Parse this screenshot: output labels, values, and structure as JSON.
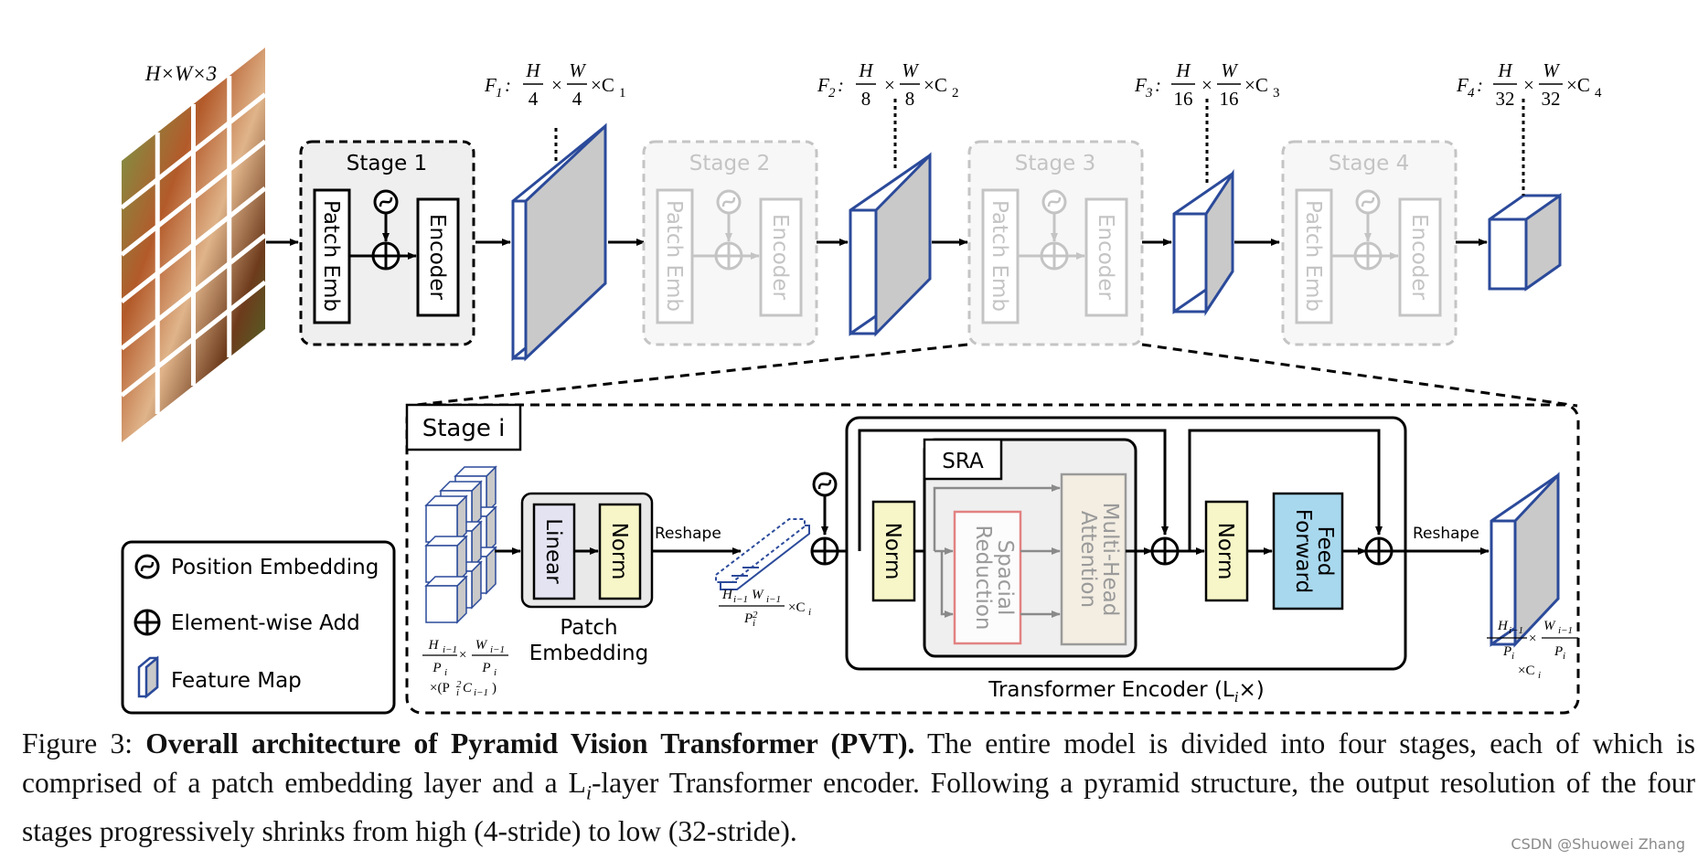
{
  "top": {
    "input_label": "H×W×3",
    "stages": [
      {
        "title": "Stage 1",
        "left": "Patch Emb",
        "right": "Encoder",
        "active": true
      },
      {
        "title": "Stage 2",
        "left": "Patch Emb",
        "right": "Encoder",
        "active": false
      },
      {
        "title": "Stage 3",
        "left": "Patch Emb",
        "right": "Encoder",
        "active": false
      },
      {
        "title": "Stage 4",
        "left": "Patch Emb",
        "right": "Encoder",
        "active": false
      }
    ],
    "features": [
      {
        "name": "F",
        "sub": "1",
        "h": "H",
        "hd": "4",
        "w": "W",
        "wd": "4",
        "c": "1"
      },
      {
        "name": "F",
        "sub": "2",
        "h": "H",
        "hd": "8",
        "w": "W",
        "wd": "8",
        "c": "2"
      },
      {
        "name": "F",
        "sub": "3",
        "h": "H",
        "hd": "16",
        "w": "W",
        "wd": "16",
        "c": "3"
      },
      {
        "name": "F",
        "sub": "4",
        "h": "H",
        "hd": "32",
        "w": "W",
        "wd": "32",
        "c": "4"
      }
    ]
  },
  "legend": {
    "position_embedding": "Position Embedding",
    "element_wise_add": "Element-wise Add",
    "feature_map": "Feature Map"
  },
  "detail": {
    "stage_title": "Stage i",
    "linear": "Linear",
    "norm": "Norm",
    "patch_embedding_l1": "Patch",
    "patch_embedding_l2": "Embedding",
    "reshape": "Reshape",
    "sra": "SRA",
    "spatial_reduction_l1": "Spacial",
    "spatial_reduction_l2": "Reduction",
    "mha_l1": "Multi-Head",
    "mha_l2": "Attention",
    "ff_l1": "Feed",
    "ff_l2": "Forward",
    "transformer_encoder": "Transformer Encoder (L",
    "transformer_encoder_sub": "i",
    "transformer_encoder_tail": "×)"
  },
  "caption": {
    "prefix": "Figure 3: ",
    "bold": "Overall architecture of Pyramid Vision Transformer (PVT).",
    "rest": " The entire model is divided into four stages, each of which is comprised of a patch embedding layer and a L",
    "sub": "i",
    "rest2": "-layer Transformer encoder. Following a pyramid structure, the output resolution of the four stages progressively shrinks from high (4-stride) to low (32-stride)."
  },
  "watermark": "CSDN @Shuowei Zhang",
  "colors": {
    "active": "#000000",
    "inactive": "#c4c4c4",
    "stage_fill": "#efefef",
    "cube_edge": "#2b4a9a",
    "cube_side": "#c9c9c9",
    "linear_fill": "#e3e3f2",
    "norm_fill": "#f6f6c8",
    "sr_edge": "#e07070",
    "mha_fill": "#f3ede2",
    "ff_fill": "#a8d8ee"
  }
}
